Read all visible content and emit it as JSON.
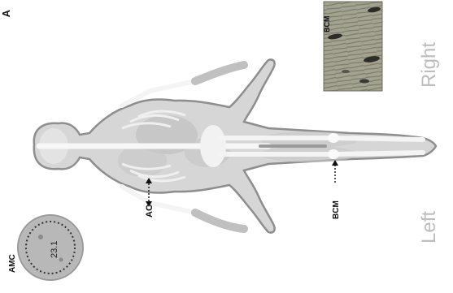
{
  "figure": {
    "panel_label": "A",
    "side_labels": {
      "left": "Left",
      "right": "Right"
    },
    "annotations": {
      "amc": "AMC",
      "amc_value": "23.1",
      "ac": "AC",
      "bcm_arrow": "BCM",
      "bcm_inset": "BCM"
    },
    "colors": {
      "body_fill": "#d6d6d6",
      "body_outline": "#8e8e8e",
      "skeleton": "#f7f7f7",
      "inset_tissue": "#9a9a86",
      "side_label_text": "#bdbdbd",
      "label_text": "#111111"
    },
    "icons": [
      "human-body-anatomy-icon",
      "muscle-cross-section-icon",
      "muscle-histology-inset-icon"
    ]
  }
}
